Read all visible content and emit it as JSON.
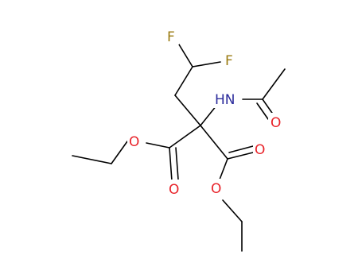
{
  "molecule": {
    "atoms": [
      {
        "id": "F1",
        "symbol": "F"
      },
      {
        "id": "F2",
        "symbol": "F"
      },
      {
        "id": "N",
        "symbol": "HN"
      },
      {
        "id": "O_ketone",
        "symbol": "O"
      },
      {
        "id": "O_ester1",
        "symbol": "O"
      },
      {
        "id": "O_ester2",
        "symbol": "O"
      },
      {
        "id": "O_carbonyl1",
        "symbol": "O"
      },
      {
        "id": "O_carbonyl2",
        "symbol": "O"
      }
    ]
  },
  "colors": {
    "fluorine": "#9a7a10",
    "nitrogen": "#2b2b9c",
    "oxygen": "#e8232a",
    "carbon_bond": "#000000"
  }
}
